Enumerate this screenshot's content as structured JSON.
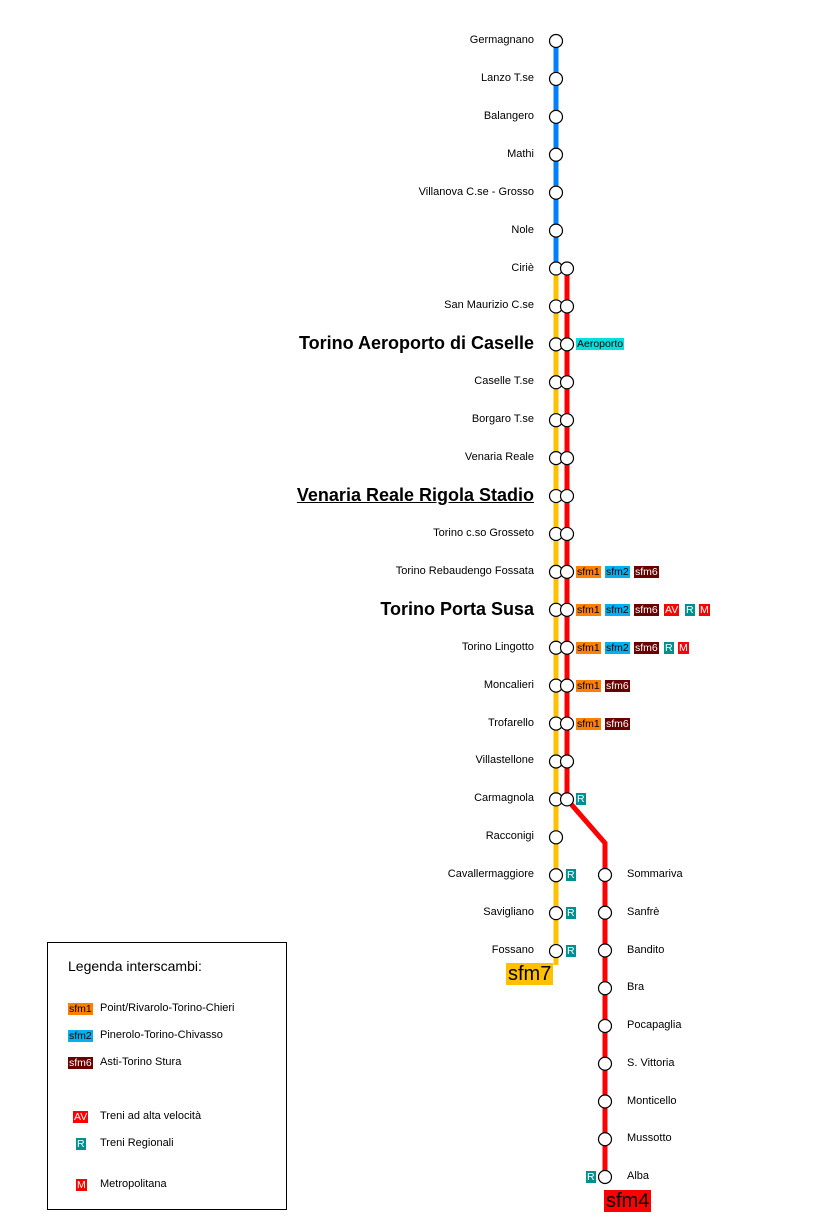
{
  "colors": {
    "sfm7": "#ffc000",
    "sfm4": "#ff0000",
    "upper": "#0080ff",
    "sfm1": "#ff8000",
    "sfm2": "#00b0f0",
    "sfm6": "#6b0000",
    "AV": "#ff0000",
    "R": "#009090",
    "M": "#ff0000",
    "Aeroporto": "#00e0e0"
  },
  "main_stations": [
    {
      "name": "Germagnano",
      "badges": []
    },
    {
      "name": "Lanzo T.se",
      "badges": []
    },
    {
      "name": "Balangero",
      "badges": []
    },
    {
      "name": "Mathi",
      "badges": []
    },
    {
      "name": "Villanova C.se - Grosso",
      "badges": []
    },
    {
      "name": "Nole",
      "badges": []
    },
    {
      "name": "Ciriè",
      "badges": []
    },
    {
      "name": "San Maurizio C.se",
      "badges": []
    },
    {
      "name": "Torino Aeroporto di Caselle",
      "big": true,
      "badges": [
        "Aeroporto"
      ]
    },
    {
      "name": "Caselle T.se",
      "badges": []
    },
    {
      "name": "Borgaro T.se",
      "badges": []
    },
    {
      "name": "Venaria Reale",
      "badges": []
    },
    {
      "name": "Venaria Reale Rigola Stadio",
      "big": true,
      "underline": true,
      "badges": []
    },
    {
      "name": "Torino c.so Grosseto",
      "badges": []
    },
    {
      "name": "Torino Rebaudengo Fossata",
      "badges": [
        "sfm1",
        "sfm2",
        "sfm6"
      ]
    },
    {
      "name": "Torino Porta Susa",
      "big": true,
      "badges": [
        "sfm1",
        "sfm2",
        "sfm6",
        "AV",
        "R",
        "M"
      ]
    },
    {
      "name": "Torino Lingotto",
      "badges": [
        "sfm1",
        "sfm2",
        "sfm6",
        "R",
        "M"
      ]
    },
    {
      "name": "Moncalieri",
      "badges": [
        "sfm1",
        "sfm6"
      ]
    },
    {
      "name": "Trofarello",
      "badges": [
        "sfm1",
        "sfm6"
      ]
    },
    {
      "name": "Villastellone",
      "badges": []
    },
    {
      "name": "Carmagnola",
      "badges": [
        "R"
      ]
    },
    {
      "name": "Racconigi",
      "badges": []
    },
    {
      "name": "Cavallermaggiore",
      "badges": [
        "R"
      ]
    },
    {
      "name": "Savigliano",
      "badges": [
        "R"
      ]
    },
    {
      "name": "Fossano",
      "badges": [
        "R"
      ]
    }
  ],
  "branch_stations": [
    {
      "name": "Sommariva"
    },
    {
      "name": "Sanfrè"
    },
    {
      "name": "Bandito"
    },
    {
      "name": "Bra"
    },
    {
      "name": "Pocapaglia"
    },
    {
      "name": "S. Vittoria"
    },
    {
      "name": "Monticello"
    },
    {
      "name": "Mussotto"
    },
    {
      "name": "Alba",
      "badges": [
        "R"
      ]
    }
  ],
  "line_tags": {
    "sfm7": "sfm7",
    "sfm4": "sfm4"
  },
  "legend": {
    "title": "Legenda interscambi:",
    "items": [
      {
        "badge": "sfm1",
        "text": "Point/Rivarolo-Torino-Chieri"
      },
      {
        "badge": "sfm2",
        "text": "Pinerolo-Torino-Chivasso"
      },
      {
        "badge": "sfm6",
        "text": "Asti-Torino Stura"
      },
      {
        "badge": "AV",
        "text": "Treni ad alta velocità"
      },
      {
        "badge": "R",
        "text": "Treni Regionali"
      },
      {
        "badge": "M",
        "text": "Metropolitana"
      }
    ]
  }
}
